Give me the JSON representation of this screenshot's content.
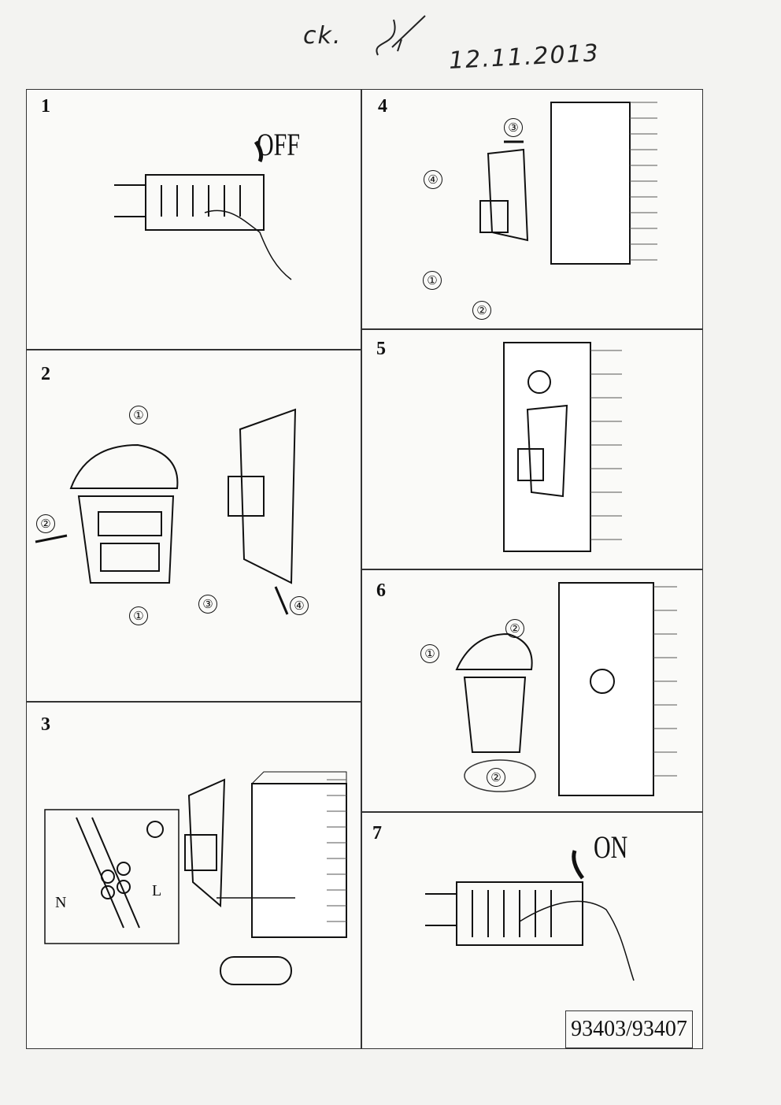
{
  "header": {
    "handwritten_note": "ck.",
    "signature": "signature",
    "date": "12.11.2013"
  },
  "panels": [
    {
      "number": "1",
      "label": "OFF"
    },
    {
      "number": "2",
      "steps": [
        "①",
        "②",
        "①",
        "③",
        "④"
      ]
    },
    {
      "number": "3",
      "labels": [
        "N",
        "L"
      ]
    },
    {
      "number": "4",
      "steps": [
        "③",
        "④",
        "①",
        "②"
      ]
    },
    {
      "number": "5"
    },
    {
      "number": "6",
      "steps": [
        "①",
        "②",
        "②"
      ]
    },
    {
      "number": "7",
      "label": "ON"
    }
  ],
  "model_number": "93403/93407"
}
